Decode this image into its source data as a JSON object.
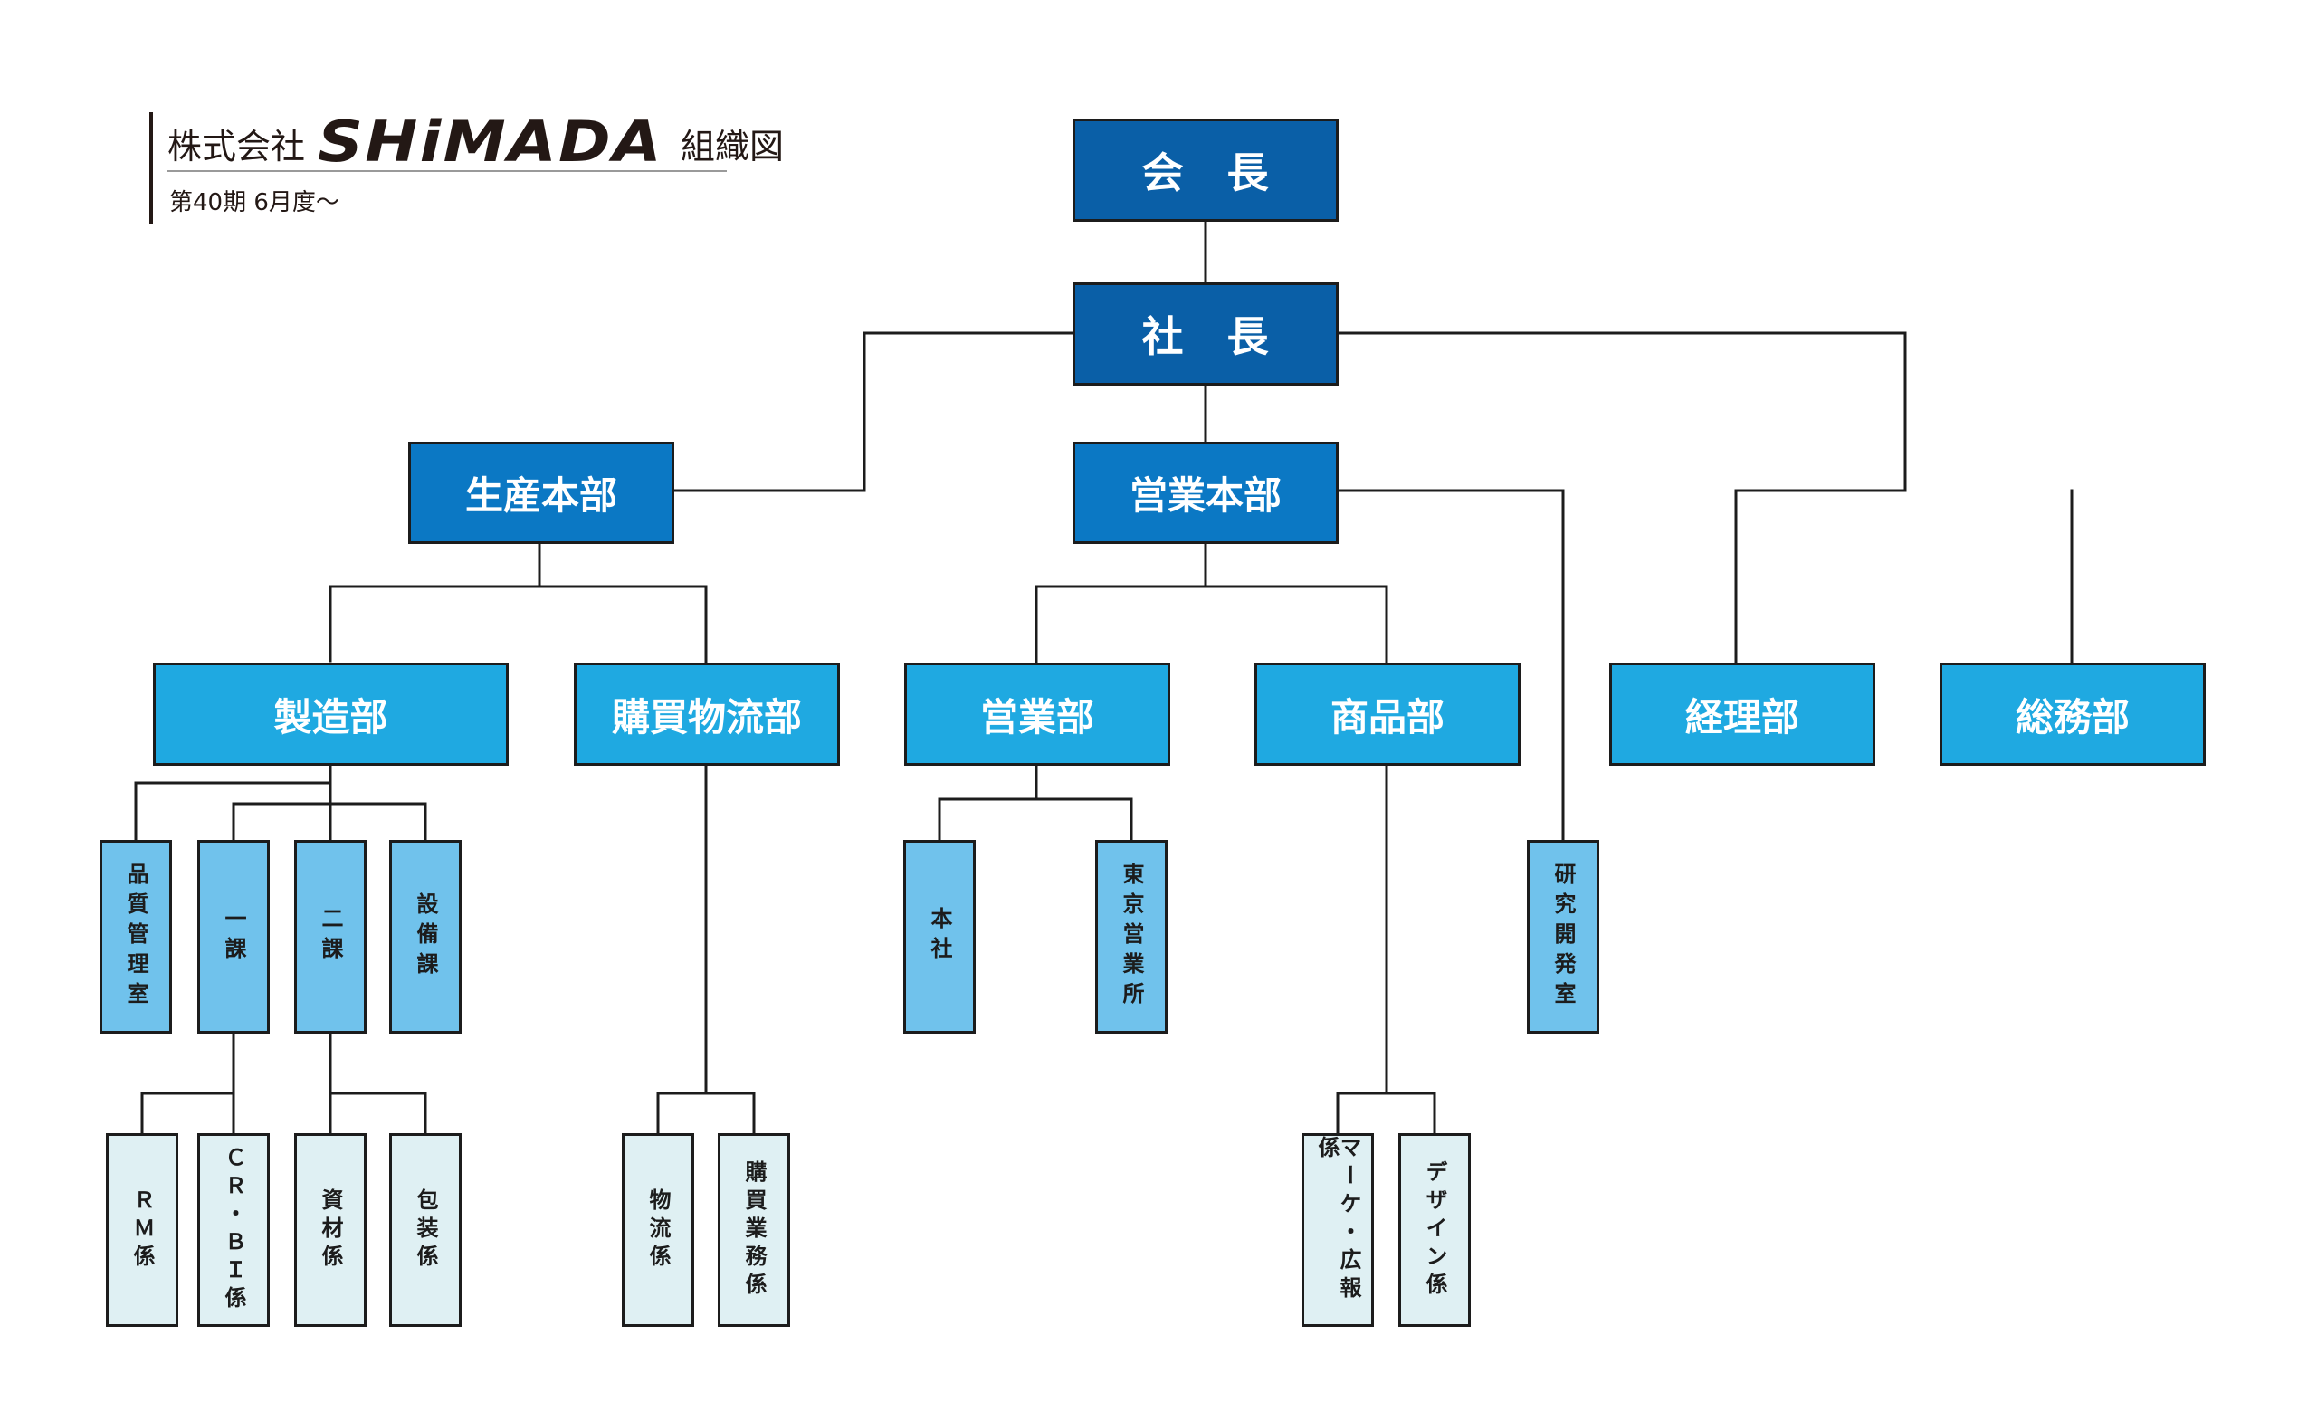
{
  "header": {
    "company_prefix": "株式会社",
    "brand": "SHiMADA",
    "title_suffix": "組織図",
    "period": "第40期 6月度～"
  },
  "org": {
    "chairman": "会　長",
    "president": "社　長",
    "production_hq": "生産本部",
    "sales_hq": "営業本部",
    "manufacturing": "製造部",
    "purchasing_logistics": "購買物流部",
    "sales_dept": "営業部",
    "products_dept": "商品部",
    "accounting": "経理部",
    "general_affairs": "総務部",
    "quality_control": "品質管理室",
    "section_1": "一課",
    "section_2": "二課",
    "equipment_section": "設備課",
    "head_office": "本社",
    "tokyo_office": "東京営業所",
    "rnd_lab": "研究開発室",
    "rm_staff": "ＲＭ係",
    "crbi_staff": "ＣＲ・ＢＩ係",
    "materials_staff": "資材係",
    "packaging_staff": "包装係",
    "logistics_staff": "物流係",
    "purchasing_staff": "購買業務係",
    "marketing_pr_staff": "マーケ・広報係",
    "design_staff": "デザイン係"
  },
  "colors": {
    "level0": "#0a5fa7",
    "level1": "#0b78c4",
    "level2": "#1fa9e1",
    "level3": "#70c2ec",
    "level4": "#dff0f3",
    "line": "#1c1c1c"
  }
}
